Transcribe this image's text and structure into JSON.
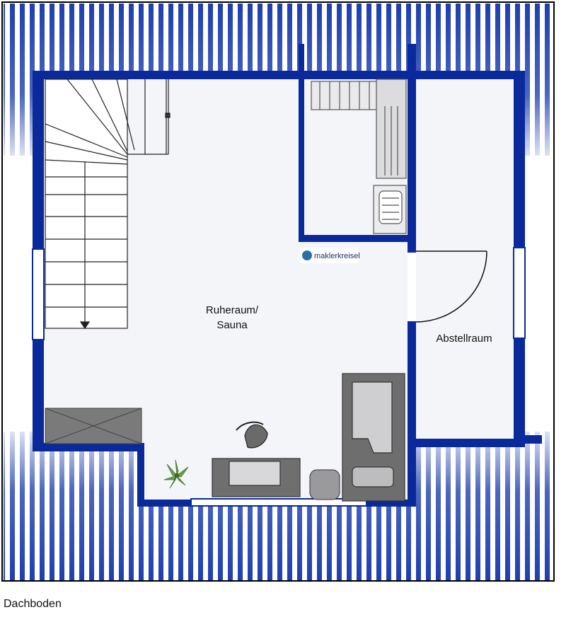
{
  "plan": {
    "rooms": {
      "ruheraum_line1": "Ruheraum/",
      "ruheraum_line2": "Sauna",
      "abstellraum": "Abstellraum"
    },
    "logo_brand": "maklerkreisel",
    "floor_caption": "Dachboden"
  },
  "colors": {
    "wall": "#0a2a9c",
    "floor": "#f4f5f8",
    "furniture": "#7a7a7a",
    "hatch_stripe": "#1e3fb0"
  }
}
